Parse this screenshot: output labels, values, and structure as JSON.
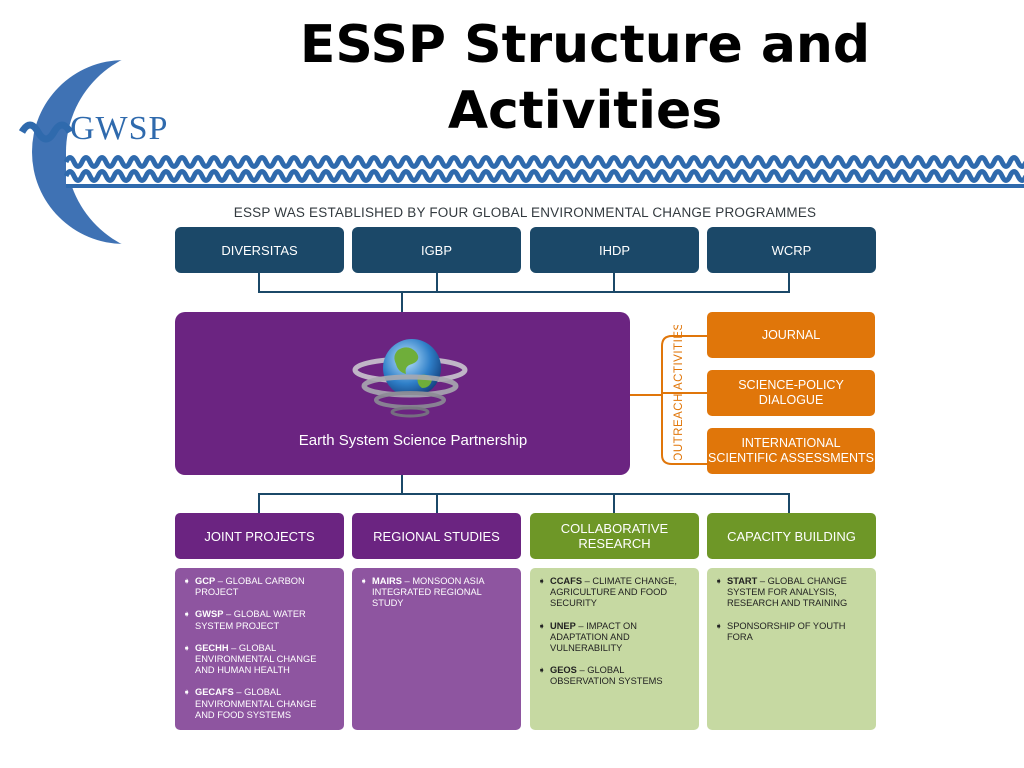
{
  "title": "ESSP Structure and Activities",
  "logo": {
    "text": "GWSP",
    "accent": "#2f6aad"
  },
  "subtitle": "ESSP WAS ESTABLISHED BY FOUR GLOBAL ENVIRONMENTAL CHANGE PROGRAMMES",
  "founders": [
    "DIVERSITAS",
    "IGBP",
    "IHDP",
    "WCRP"
  ],
  "center": {
    "label": "Earth System Science Partnership",
    "icon": "globe-icon"
  },
  "outreach": {
    "label": "OUTREACH ACTIVITIES",
    "items": [
      "JOURNAL",
      "SCIENCE-POLICY DIALOGUE",
      "INTERNATIONAL SCIENTIFIC ASSESSMENTS"
    ]
  },
  "categories": [
    {
      "label": "JOINT PROJECTS",
      "items": [
        {
          "code": "GCP",
          "desc": "GLOBAL CARBON PROJECT"
        },
        {
          "code": "GWSP",
          "desc": "GLOBAL WATER SYSTEM PROJECT"
        },
        {
          "code": "GECHH",
          "desc": "GLOBAL ENVIRONMENTAL CHANGE AND HUMAN HEALTH"
        },
        {
          "code": "GECAFS",
          "desc": "GLOBAL ENVIRONMENTAL CHANGE AND FOOD SYSTEMS"
        }
      ]
    },
    {
      "label": "REGIONAL STUDIES",
      "items": [
        {
          "code": "MAIRS",
          "desc": "MONSOON ASIA INTEGRATED REGIONAL STUDY"
        }
      ]
    },
    {
      "label": "COLLABORATIVE RESEARCH",
      "items": [
        {
          "code": "CCAFS",
          "desc": "CLIMATE CHANGE, AGRICULTURE AND FOOD SECURITY"
        },
        {
          "code": "UNEP",
          "desc": "IMPACT ON ADAPTATION AND VULNERABILITY"
        },
        {
          "code": "GEOS",
          "desc": "GLOBAL OBSERVATION SYSTEMS"
        }
      ]
    },
    {
      "label": "CAPACITY BUILDING",
      "items": [
        {
          "code": "START",
          "desc": "GLOBAL CHANGE SYSTEM FOR ANALYSIS, RESEARCH AND TRAINING"
        },
        {
          "code": "",
          "desc": "SPONSORSHIP OF YOUTH FORA"
        }
      ]
    }
  ],
  "colors": {
    "founder": "#1b4868",
    "purple": "#6b2481",
    "orange": "#e0760a",
    "green": "#6e9727",
    "connector": "#1b4868"
  }
}
